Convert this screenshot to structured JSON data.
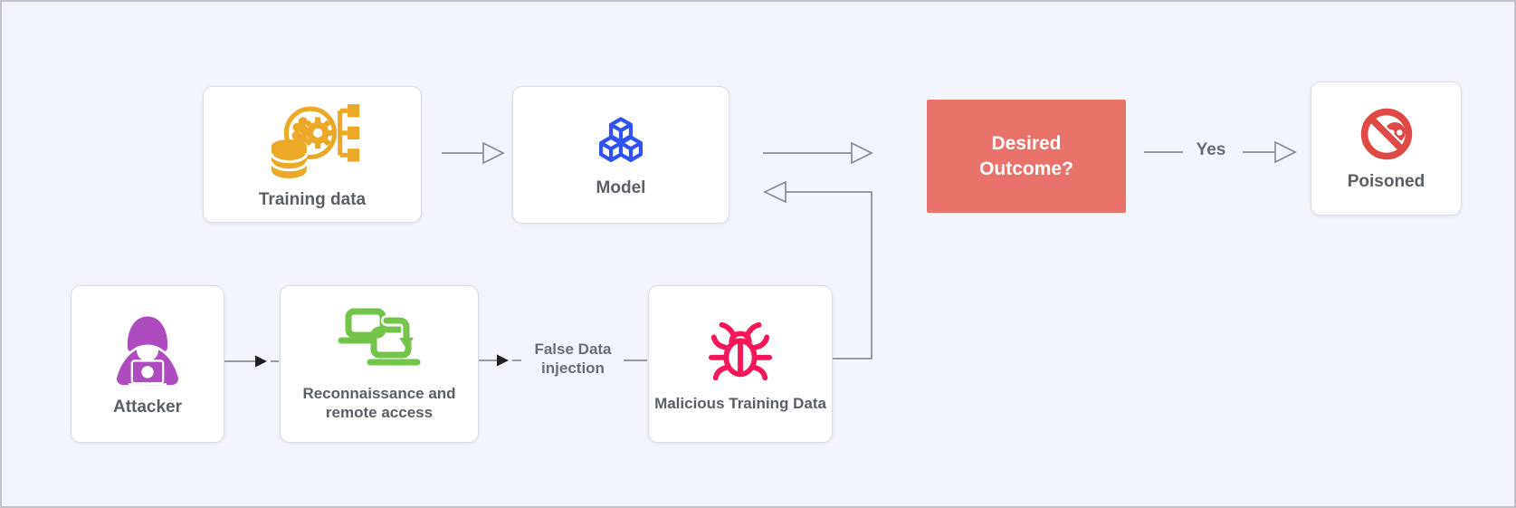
{
  "canvas": {
    "background": "#F2F5FC",
    "border_color": "#C2C4C9",
    "connector_color": "#8A8D92"
  },
  "nodes": {
    "training_data": {
      "label": "Training data",
      "icon": "ml-training-data-icon",
      "accent": "#ECA827"
    },
    "model": {
      "label": "Model",
      "icon": "cubes-icon",
      "accent": "#2E53F2"
    },
    "desired_outcome": {
      "label": "Desired Outcome?",
      "background": "#E8736B",
      "text_color": "#FFFFFF"
    },
    "poisoned": {
      "label": "Poisoned",
      "icon": "no-skull-icon",
      "accent": "#DF4B44"
    },
    "attacker": {
      "label": "Attacker",
      "icon": "hacker-icon",
      "accent": "#AE4CBF"
    },
    "reconnaissance": {
      "label": "Reconnaissance and remote access",
      "icon": "devices-remote-access-icon",
      "accent": "#72C548"
    },
    "malicious_training_data": {
      "label": "Malicious Training Data",
      "icon": "bug-icon",
      "accent": "#F4185B"
    }
  },
  "edge_labels": {
    "yes": "Yes",
    "false_data_injection": "False Data injection"
  },
  "edges": [
    {
      "from": "training_data",
      "to": "model",
      "style": "open-arrow"
    },
    {
      "from": "model",
      "to": "desired_outcome",
      "style": "open-arrow"
    },
    {
      "from": "desired_outcome",
      "to": "poisoned",
      "label": "Yes",
      "style": "open-arrow"
    },
    {
      "from": "attacker",
      "to": "reconnaissance",
      "style": "solid-arrow"
    },
    {
      "from": "reconnaissance",
      "to": "malicious_training_data",
      "label": "False Data injection",
      "style": "solid-arrow"
    },
    {
      "from": "malicious_training_data",
      "to": "model",
      "style": "open-arrow-elbow"
    }
  ]
}
